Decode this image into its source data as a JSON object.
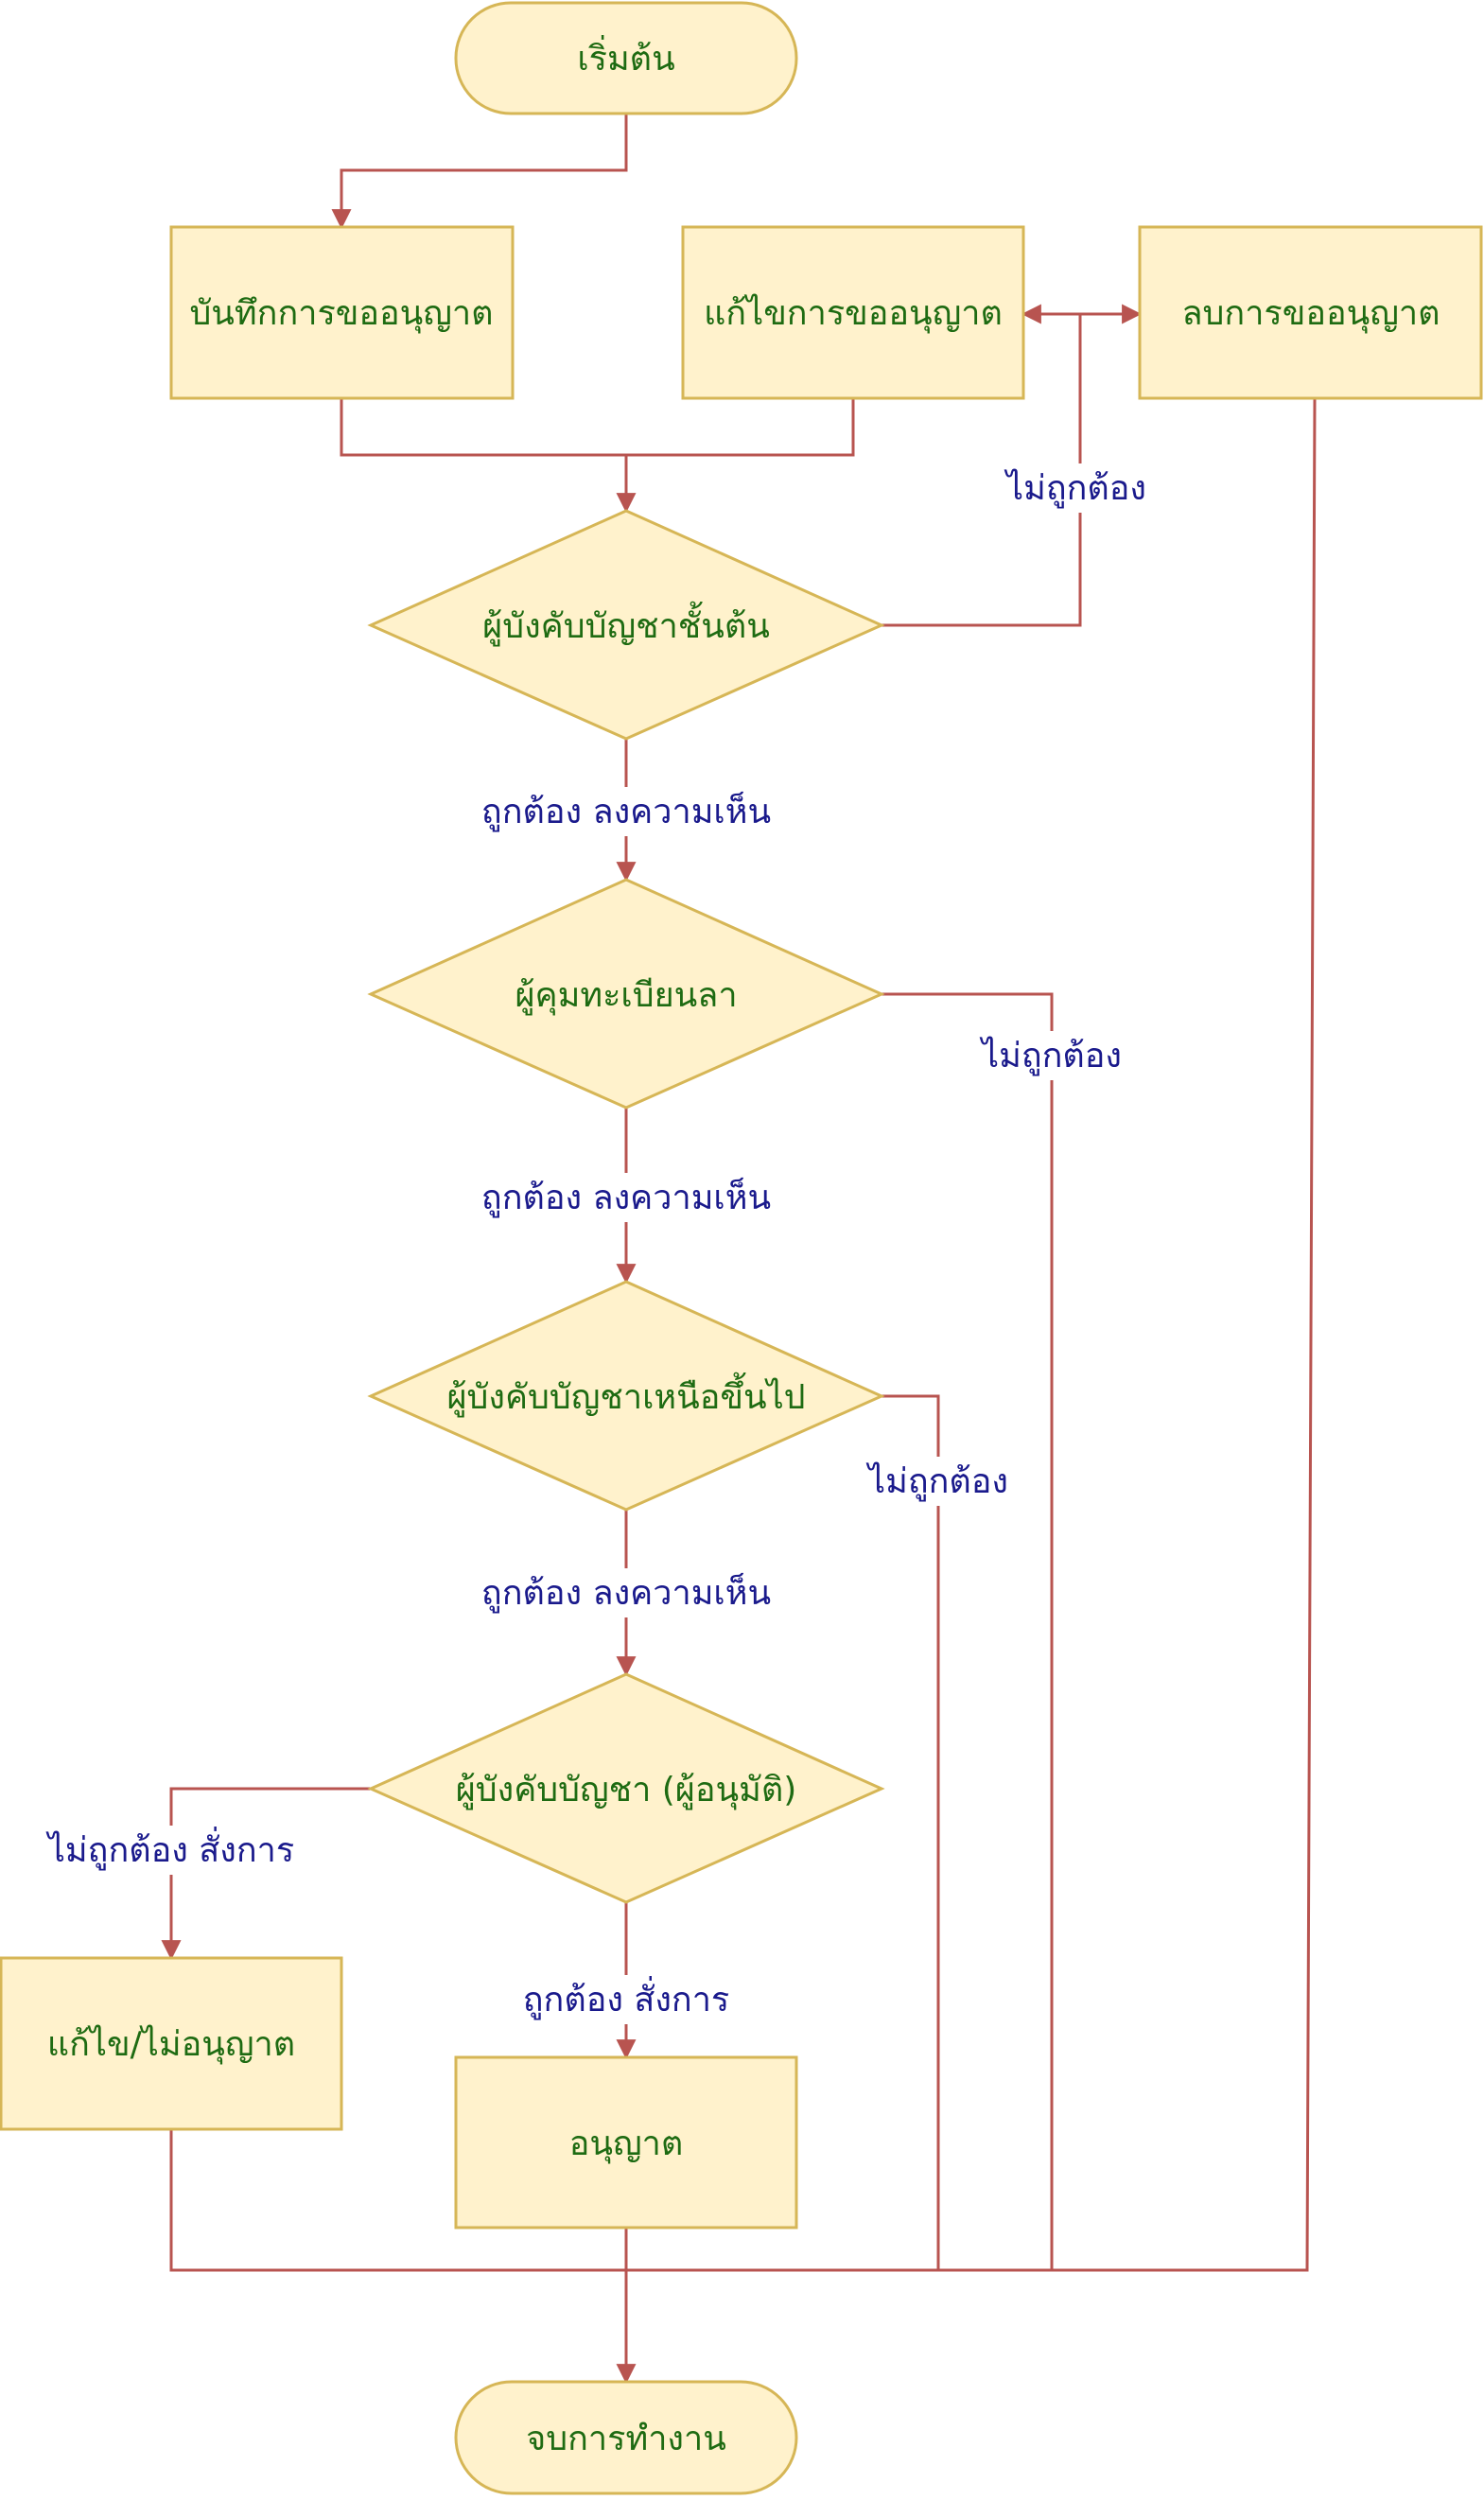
{
  "colors": {
    "node_fill": "#fff2cc",
    "node_stroke": "#d6b656",
    "edge": "#b85450",
    "node_text": "#1e6b12",
    "edge_text": "#1a1a8c"
  },
  "nodes": {
    "start": "เริ่มต้น",
    "record": "บันทึกการขออนุญาต",
    "edit": "แก้ไขการขออนุญาต",
    "delete": "ลบการขออนุญาต",
    "supervisor": "ผู้บังคับบัญชาชั้นต้น",
    "leave_registrar": "ผู้คุมทะเบียนลา",
    "senior_supervisor": "ผู้บังคับบัญชาเหนือขึ้นไป",
    "approver": "ผู้บังคับบัญชา (ผู้อนุมัติ)",
    "revise_reject": "แก้ไข/ไม่อนุญาต",
    "approve": "อนุญาต",
    "end": "จบการทำงาน"
  },
  "edges": {
    "supervisor_no": "ไม่ถูกต้อง",
    "supervisor_yes": "ถูกต้อง ลงความเห็น",
    "registrar_no": "ไม่ถูกต้อง",
    "registrar_yes": "ถูกต้อง ลงความเห็น",
    "senior_no": "ไม่ถูกต้อง",
    "senior_yes": "ถูกต้อง ลงความเห็น",
    "approver_no": "ไม่ถูกต้อง สั่งการ",
    "approver_yes": "ถูกต้อง สั่งการ"
  }
}
